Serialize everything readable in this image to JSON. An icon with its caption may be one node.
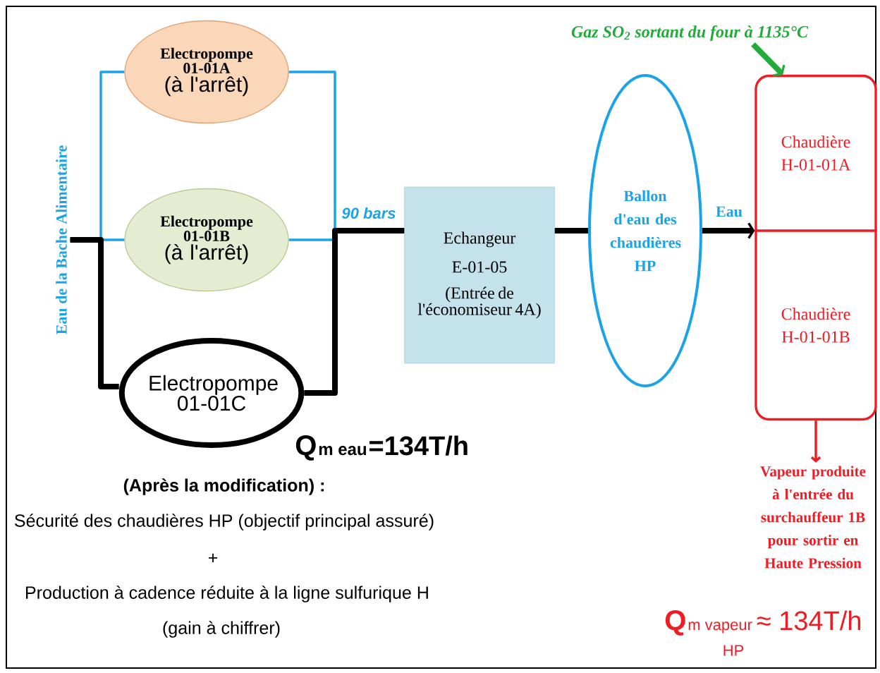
{
  "diagram": {
    "nodes": [
      {
        "text": [
          "Eau de la Bache Alimentaire"
        ]
      },
      {
        "text": [
          "Electropompe 01-01A",
          "(à l'arrêt)"
        ]
      },
      {
        "text": [
          "Electropompe 01-01B",
          "(à l'arrêt)"
        ]
      },
      {
        "text": [
          "Electropompe 01-01C"
        ]
      },
      {
        "text": [
          "Echangeur",
          "E-01-05",
          "(Entrée de l'économiseur 4A)"
        ]
      },
      {
        "text": [
          "Ballon d'eau des chaudières HP"
        ]
      },
      {
        "text": [],
        "shape": "box"
      },
      {
        "text": [
          "Chaudière H-01-01A"
        ],
        "in": 6
      },
      {
        "text": [
          "Chaudière H-01-01B"
        ],
        "in": 6
      },
      {
        "text": [
          "Vapeur produite à l'entrée du surchauffeur 1B pour sortir en Haute Pression"
        ]
      },
      {
        "text": [
          "Gaz SO$_{2}$ sortant du four à 1135°C"
        ]
      }
    ],
    "edges": [
      {
        "from": 0,
        "to": 1,
        "arrow": "none",
        "color": "#1aa3e8"
      },
      {
        "from": 0,
        "to": 2,
        "arrow": "none",
        "color": "#1aa3e8"
      },
      {
        "from": 0,
        "to": 3,
        "arrow": "none",
        "style": "thick",
        "color": "#000000"
      },
      {
        "from": 1,
        "to": 4,
        "arrow": "none",
        "color": "#1aa3e8"
      },
      {
        "from": 2,
        "to": 4,
        "arrow": "none",
        "color": "#1aa3e8"
      },
      {
        "from": 3,
        "to": 4,
        "arrow": "none",
        "style": "thick",
        "color": "#000000",
        "label": "90 bars"
      },
      {
        "from": 4,
        "to": 5,
        "arrow": "none",
        "style": "thick",
        "color": "#000000"
      },
      {
        "from": 5,
        "to": 6,
        "arrow": "to",
        "style": "thick",
        "color": "#000000",
        "label": "Eau"
      },
      {
        "from": 6,
        "to": 9,
        "arrow": "to",
        "color": "#ee1c24"
      },
      {
        "from": 10,
        "to": 6,
        "arrow": "to",
        "style": "thick",
        "color": "#22aa3a"
      }
    ],
    "labels": [
      "Q",
      "m eau",
      "=134T/h",
      "(Après la modification) :",
      "Sécurité des chaudières HP (objectif principal assuré)",
      "+",
      "Production à cadence réduite à la ligne sulfurique H",
      "(gain à chiffrer)",
      "Q",
      "m vapeur",
      "≈ 134T/h",
      "HP"
    ]
  }
}
